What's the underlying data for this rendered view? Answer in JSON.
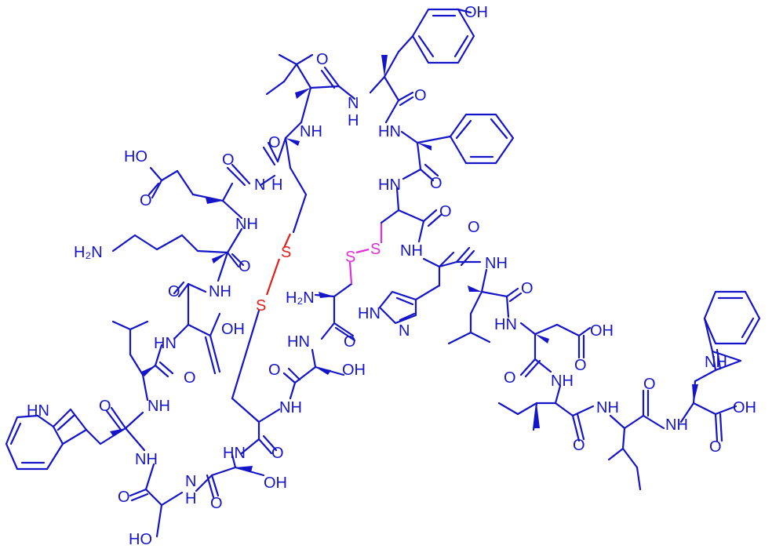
{
  "molecule": {
    "colors": {
      "bond": "#1414c8",
      "disulfide_1": "#e0201c",
      "disulfide_2": "#e030d8",
      "background": "#ffffff"
    },
    "labels": {
      "oh_tyr": "OH",
      "o_val": "O",
      "o_tyr": "O",
      "nh_tyr": "N",
      "h_tyr": "H",
      "nh_val": "NH",
      "hn_phe": "HN",
      "o_cys1": "O",
      "hooc_glu": "HO",
      "o_glu_acid": "O",
      "o_glu": "O",
      "n_glu": "N",
      "h_glu": "H",
      "hn_cys2": "HN",
      "o_phe": "O",
      "nh_lys": "NH",
      "h2n_lys": "H₂N",
      "o_lys": "O",
      "s_red_top": "S",
      "s_red_bottom": "S",
      "s_pink_left": "S",
      "s_pink_right": "S",
      "o_cys2": "O",
      "nh_his": "NH",
      "o_his": "O",
      "nh_leu2": "NH",
      "o_asp1": "O",
      "nh_asp1": "NH",
      "h2n_cys3": "H₂N",
      "hn_imid": "HN",
      "n_imid": "N",
      "oh_asp1": "OH",
      "hn_leu1": "HN",
      "o_leu2": "O",
      "hn_asp2": "HN",
      "oh_asp2": "OH",
      "hn_ser1": "HN",
      "o_cys3": "O",
      "oh_ser1": "OH",
      "o_ser1": "O",
      "o_asp2": "O",
      "o_leu1": "O",
      "o_asp2_co": "O",
      "nh_leu1": "NH",
      "o_trp1": "O",
      "nh_cys4": "NH",
      "nh_ile1": "NH",
      "nh_ile2": "NH",
      "o_ile1": "O",
      "nh_trp2_ring": "NH",
      "hn_trp1_ring": "HN",
      "nh_trp1": "NH",
      "hn_ser3": "HN",
      "o_cys4": "O",
      "nh_trp2": "NH",
      "oh_trp2_acid": "OH",
      "o_ile2": "O",
      "o_trp2": "O",
      "n_ser2": "N",
      "h_ser2": "H",
      "oh_ser3": "OH",
      "o_ser2": "O",
      "o_ser3": "O",
      "ho_ser2": "HO"
    }
  }
}
